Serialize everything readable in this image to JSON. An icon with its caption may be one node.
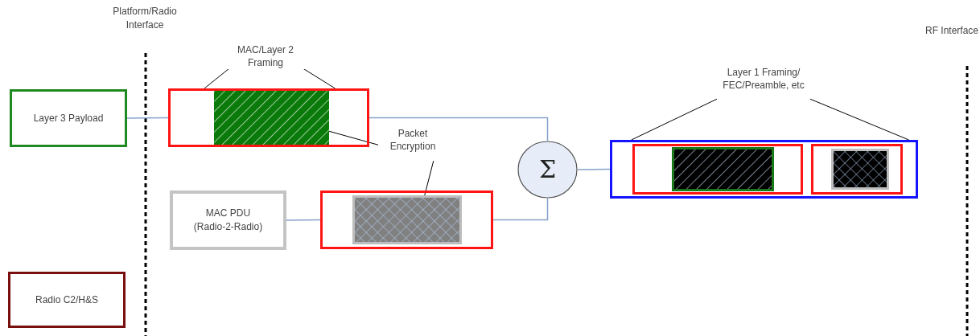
{
  "diagram": {
    "nodes": [
      {
        "text": [
          "Layer 3 Payload"
        ]
      },
      {
        "text": [
          "Radio C2/H&S"
        ]
      },
      {
        "text": [
          "MAC PDU (Radio-2-Radio)"
        ]
      },
      {
        "text": [],
        "shape": "box"
      },
      {
        "text": [],
        "shape": "box",
        "in": 3
      },
      {
        "text": [],
        "shape": "box"
      },
      {
        "text": [],
        "shape": "box",
        "in": 5
      },
      {
        "text": [
          "Σ"
        ]
      },
      {
        "text": [],
        "shape": "box"
      },
      {
        "text": [],
        "shape": "box",
        "in": 8
      },
      {
        "text": [],
        "shape": "box",
        "in": 9
      },
      {
        "text": [],
        "shape": "box",
        "in": 8
      },
      {
        "text": [],
        "shape": "box",
        "in": 11
      },
      {
        "text": [
          "MAC/Layer 2 Framing"
        ]
      },
      {
        "text": [
          "Packet Encryption"
        ]
      },
      {
        "text": [
          "Layer 1 Framing/ FEC/Preamble, etc"
        ]
      }
    ],
    "edges": [
      {
        "from": 0,
        "to": 3,
        "arrow": "none",
        "color": "#86a2cc"
      },
      {
        "from": 2,
        "to": 5,
        "arrow": "none",
        "color": "#86a2cc"
      },
      {
        "from": 3,
        "to": 7,
        "arrow": "none",
        "color": "#86a2cc"
      },
      {
        "from": 5,
        "to": 7,
        "arrow": "none",
        "color": "#86a2cc"
      },
      {
        "from": 7,
        "to": 8,
        "arrow": "none",
        "color": "#86a2cc"
      },
      {
        "from": 13,
        "to": 3,
        "arrow": "none",
        "color": "#000000"
      },
      {
        "from": 13,
        "to": 3,
        "arrow": "none",
        "color": "#000000"
      },
      {
        "from": 14,
        "to": 4,
        "arrow": "none",
        "color": "#000000"
      },
      {
        "from": 14,
        "to": 6,
        "arrow": "none",
        "color": "#000000"
      },
      {
        "from": 15,
        "to": 8,
        "arrow": "none",
        "color": "#000000"
      },
      {
        "from": 15,
        "to": 8,
        "arrow": "none",
        "color": "#000000"
      }
    ],
    "labels": [
      "Platform/Radio Interface",
      "RF Interface"
    ]
  }
}
